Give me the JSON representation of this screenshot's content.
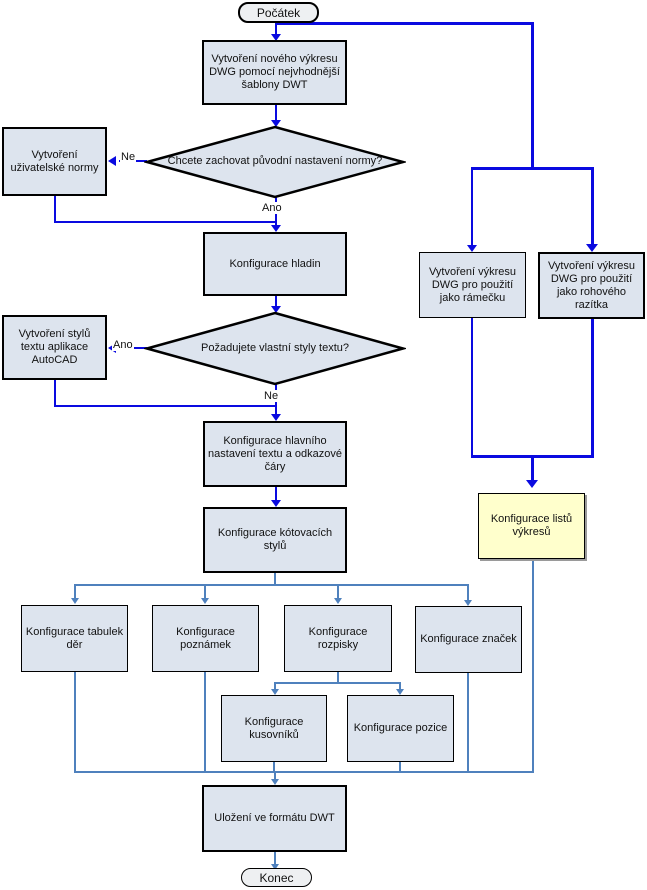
{
  "diagram": {
    "title_hint": "AutoCAD DWT template creation flowchart (Czech)",
    "terminals": {
      "start": "Počátek",
      "end": "Konec"
    },
    "nodes": {
      "create_new_dwg": "Vytvoření nového výkresu DWG pomocí nejvhodnější šablony DWT",
      "create_user_standard": "Vytvoření uživatelské normy",
      "config_layers": "Konfigurace hladin",
      "create_text_styles": "Vytvoření stylů textu aplikace AutoCAD",
      "config_main_text": "Konfigurace hlavního nastavení textu a odkazové čáry",
      "config_dim_styles": "Konfigurace kótovacích stylů",
      "dwg_border": "Vytvoření výkresu DWG pro použití jako rámečku",
      "dwg_title_block": "Vytvoření výkresu DWG pro použití jako rohového razítka",
      "config_sheets": "Konfigurace listů výkresů",
      "config_hole_tables": "Konfigurace tabulek děr",
      "config_notes": "Konfigurace poznámek",
      "config_parts_list": "Konfigurace rozpisky",
      "config_symbols": "Konfigurace značek",
      "config_bom": "Konfigurace kusovníků",
      "config_balloons": "Konfigurace pozice",
      "save_dwt": "Uložení ve formátu DWT"
    },
    "decisions": {
      "keep_standard_q": "Chcete zachovat původní nastavení normy?",
      "custom_text_styles_q": "Požadujete vlastní styly textu?"
    },
    "labels": {
      "no1": "Ne",
      "yes1": "Ano",
      "yes2": "Ano",
      "no2": "Ne"
    },
    "colors": {
      "flow_blue": "#0a0ae0",
      "steel_blue": "#4f81bd",
      "node_fill": "#dde4ee",
      "highlight_fill": "#ffffcc",
      "border": "#000000"
    }
  }
}
